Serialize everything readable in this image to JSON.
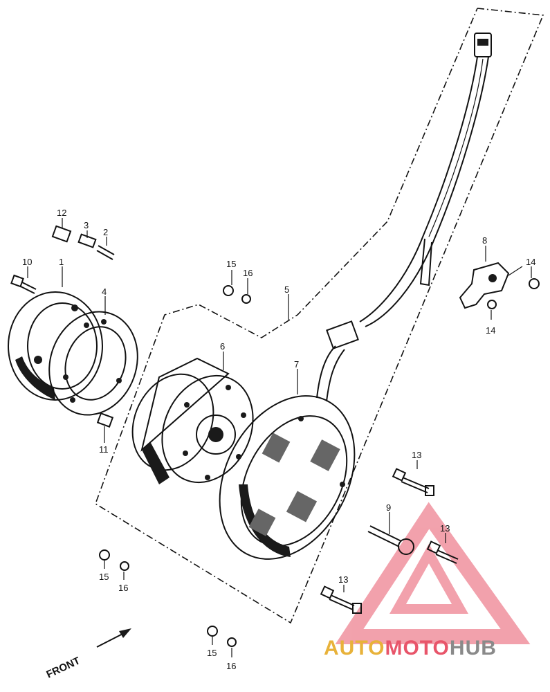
{
  "callouts": {
    "c1": "1",
    "c2": "2",
    "c3": "3",
    "c4": "4",
    "c5": "5",
    "c6": "6",
    "c7": "7",
    "c8": "8",
    "c9": "9",
    "c10": "10",
    "c11": "11",
    "c12": "12",
    "c13a": "13",
    "c13b": "13",
    "c13c": "13",
    "c14a": "14",
    "c14b": "14",
    "c15a": "15",
    "c15b": "15",
    "c15c": "15",
    "c16a": "16",
    "c16b": "16",
    "c16c": "16"
  },
  "front_label": "FRONT",
  "brand": {
    "part1": "AUTO",
    "part2": "MOTO",
    "part3": "HUB"
  },
  "colors": {
    "ink": "#111111",
    "brand_yellow": "#e8b23a",
    "brand_red": "#e8556a",
    "brand_grey": "#8a8a8a"
  }
}
